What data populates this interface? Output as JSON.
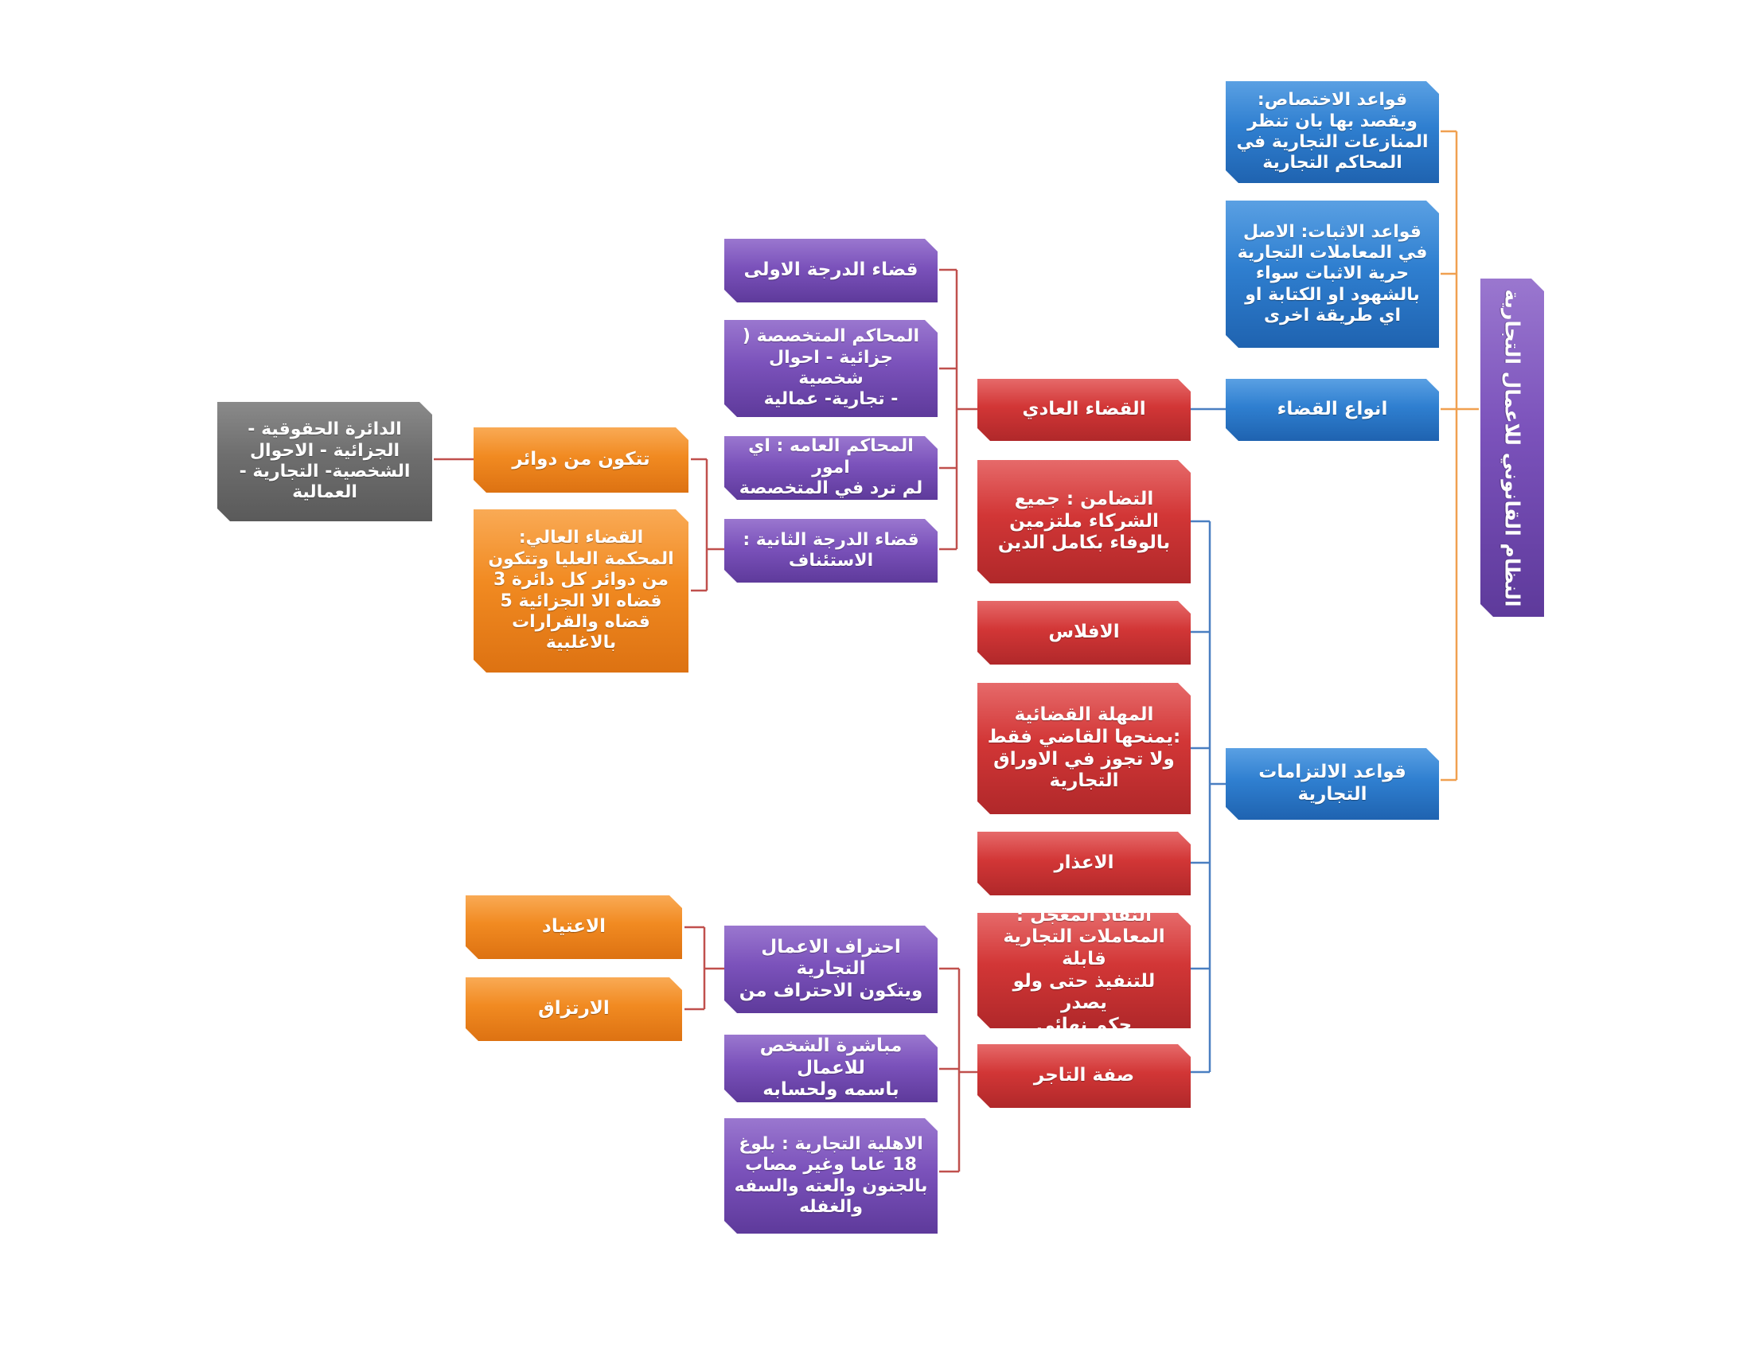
{
  "diagram": {
    "root": "النظام القانوني للاعمال التجارية",
    "rules_jurisdiction": "قواعد الاختصاص: \nويقصد بها بان تنظر \nالمنازعات التجارية في \nالمحاكم التجارية",
    "rules_evidence": "قواعد الاثبات: الاصل \nفي المعاملات التجارية \nحرية الاثبات سواء \nبالشهود او الكتابة او \nاي طريقة اخرى",
    "judiciary_types": "انواع القضاء",
    "commercial_obligations": "قواعد الالتزامات \nالتجارية",
    "ordinary_judiciary": "القضاء العادي",
    "first_degree": "قضاء الدرجة الاولى",
    "specialized_courts": "المحاكم المتخصصة ( \nجزائية - احوال شخصية \n- تجارية- عمالية",
    "general_courts": "المحاكم العامه : اي امور \nلم ترد في المتخصصة",
    "second_degree": "قضاء الدرجة الثانية : \nالاستئناف",
    "consists_of_circuits": "تتكون من دوائر",
    "circuits_list": "الدائرة الحقوقية - \nالجزائية - الاحوال \nالشخصية- التجارية - \nالعمالية",
    "supreme_court": "القضاء العالي: \nالمحكمة العليا  وتتكون \nمن دوائر كل دائرة 3 \nقضاه الا الجزائية 5 \nقضاه والقرارات \nبالاغلبية",
    "solidarity": "التضامن : جميع \nالشركاء ملتزمين \nبالوفاء بكامل الدين",
    "bankruptcy": "الافلاس",
    "grace_period": "المهلة القضائية \n:يمنحها القاضي فقط \nولا تجوز في الاوراق \nالتجارية",
    "notice": "الاعذار",
    "expedited_enforcement": "النفاذ المعجل : \nالمعاملات التجارية قابلة \nللتنفيذ حتى ولو يصدر \nحكم نهائي",
    "merchant_status": "صفة التاجر",
    "professionalism": "احتراف الاعمال التجارية \nويتكون الاحتراف من",
    "habituation": "الاعتياد",
    "livelihood": "الارتزاق",
    "own_name": "مباشرة الشخص للاعمال \nباسمه ولحسابه",
    "capacity": "الاهلية التجارية : بلوغ \n18 عاما وغير مصاب \nبالجنون والعته والسفه \nوالغفله"
  },
  "colors": {
    "blue": "#2f7fd0",
    "red": "#d23636",
    "purple": "#7b52bb",
    "orange": "#f18a21",
    "gray": "#6e6e6e",
    "connector_root": "#f0a050",
    "connector_blue": "#4a7fc1",
    "connector_red": "#c0504d"
  }
}
